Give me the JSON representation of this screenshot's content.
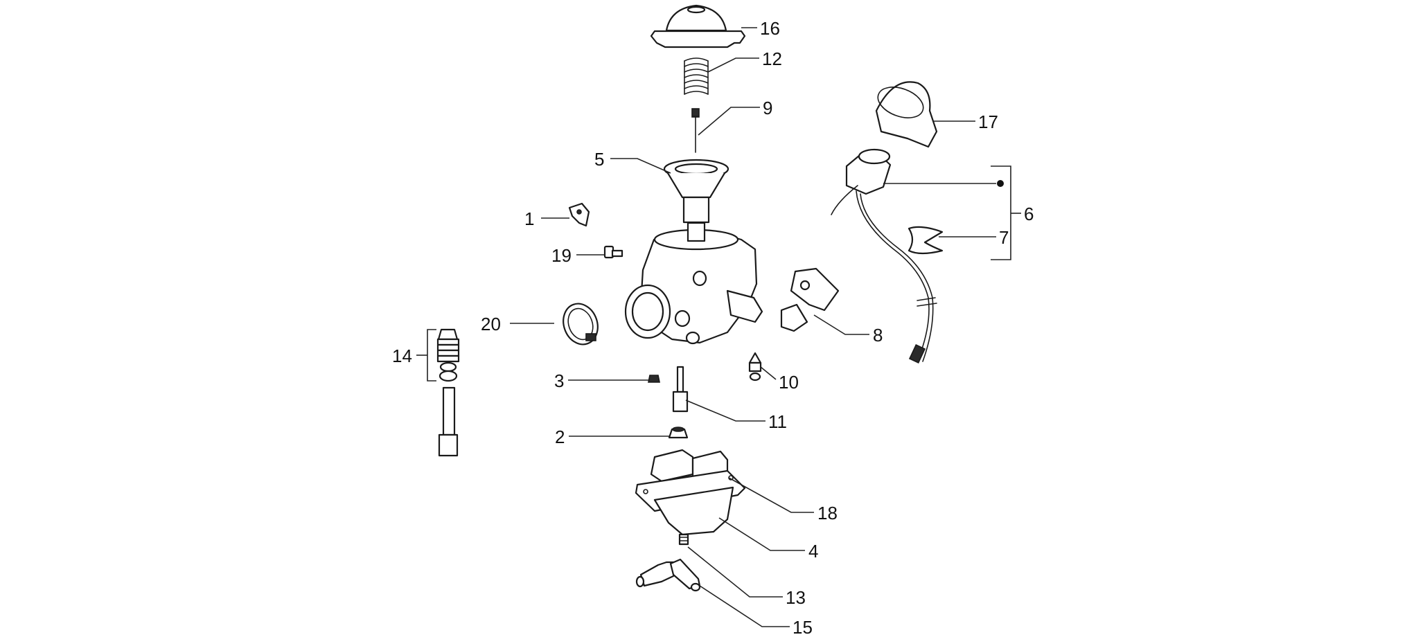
{
  "callouts": [
    {
      "id": "16",
      "text": "16"
    },
    {
      "id": "12",
      "text": "12"
    },
    {
      "id": "9",
      "text": "9"
    },
    {
      "id": "5",
      "text": "5"
    },
    {
      "id": "17",
      "text": "17"
    },
    {
      "id": "1",
      "text": "1"
    },
    {
      "id": "6",
      "text": "6"
    },
    {
      "id": "19",
      "text": "19"
    },
    {
      "id": "7",
      "text": "7"
    },
    {
      "id": "20",
      "text": "20"
    },
    {
      "id": "8",
      "text": "8"
    },
    {
      "id": "14",
      "text": "14"
    },
    {
      "id": "3",
      "text": "3"
    },
    {
      "id": "10",
      "text": "10"
    },
    {
      "id": "11",
      "text": "11"
    },
    {
      "id": "2",
      "text": "2"
    },
    {
      "id": "18",
      "text": "18"
    },
    {
      "id": "4",
      "text": "4"
    },
    {
      "id": "13",
      "text": "13"
    },
    {
      "id": "15",
      "text": "15"
    }
  ],
  "colors": {
    "line": "#1a1a1a",
    "background": "#ffffff"
  }
}
